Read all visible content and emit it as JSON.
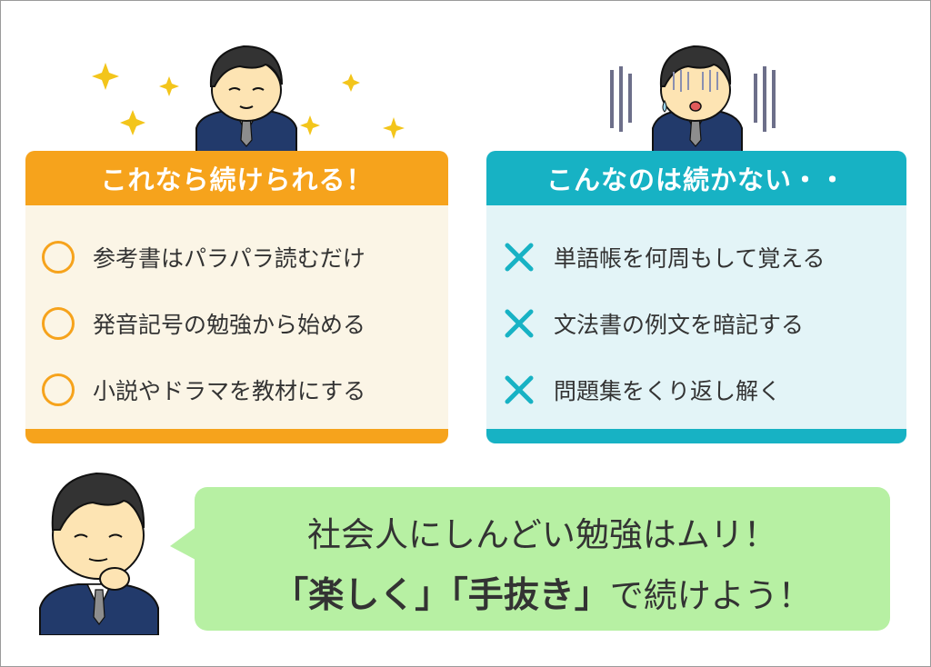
{
  "good_panel": {
    "title": "これなら続けられる！",
    "items": [
      "参考書はパラパラ読むだけ",
      "発音記号の勉強から始める",
      "小説やドラマを教材にする"
    ]
  },
  "bad_panel": {
    "title": "こんなのは続かない・・",
    "items": [
      "単語帳を何周もして覚える",
      "文法書の例文を暗記する",
      "問題集をくり返し解く"
    ]
  },
  "bubble": {
    "line1": "社会人にしんどい勉強はムリ！",
    "line2_em": "「楽しく」「手抜き」",
    "line2_rest": "で続けよう！"
  },
  "colors": {
    "good_accent": "#f6a31c",
    "bad_accent": "#17b2c4",
    "bubble": "#b7f0a3"
  }
}
